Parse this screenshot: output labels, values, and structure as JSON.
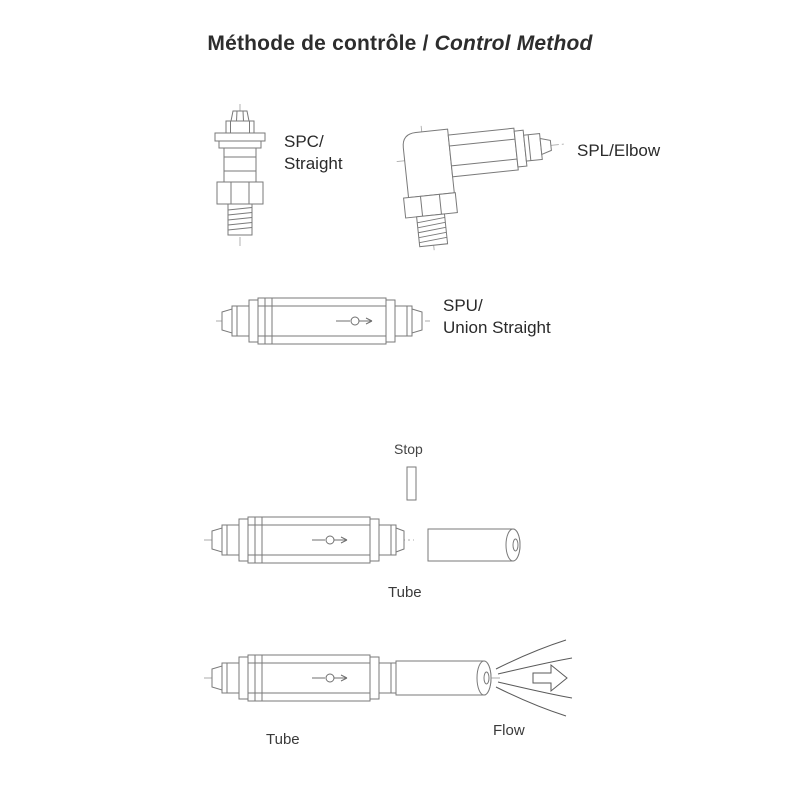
{
  "title": {
    "french": "Méthode de contrôle /",
    "english": "Control Method"
  },
  "parts": {
    "spc": {
      "label_line1": "SPC/",
      "label_line2": "Straight"
    },
    "spl": {
      "label": "SPL/Elbow"
    },
    "spu": {
      "label_line1": "SPU/",
      "label_line2": "Union Straight"
    }
  },
  "assembly": {
    "stop": "Stop",
    "tube_upper": "Tube",
    "tube_lower": "Tube",
    "flow": "Flow"
  },
  "colors": {
    "line": "#7a7a7a",
    "centerline": "#ababab",
    "flow_line": "#5a5a5a",
    "text": "#2a2a2a"
  }
}
